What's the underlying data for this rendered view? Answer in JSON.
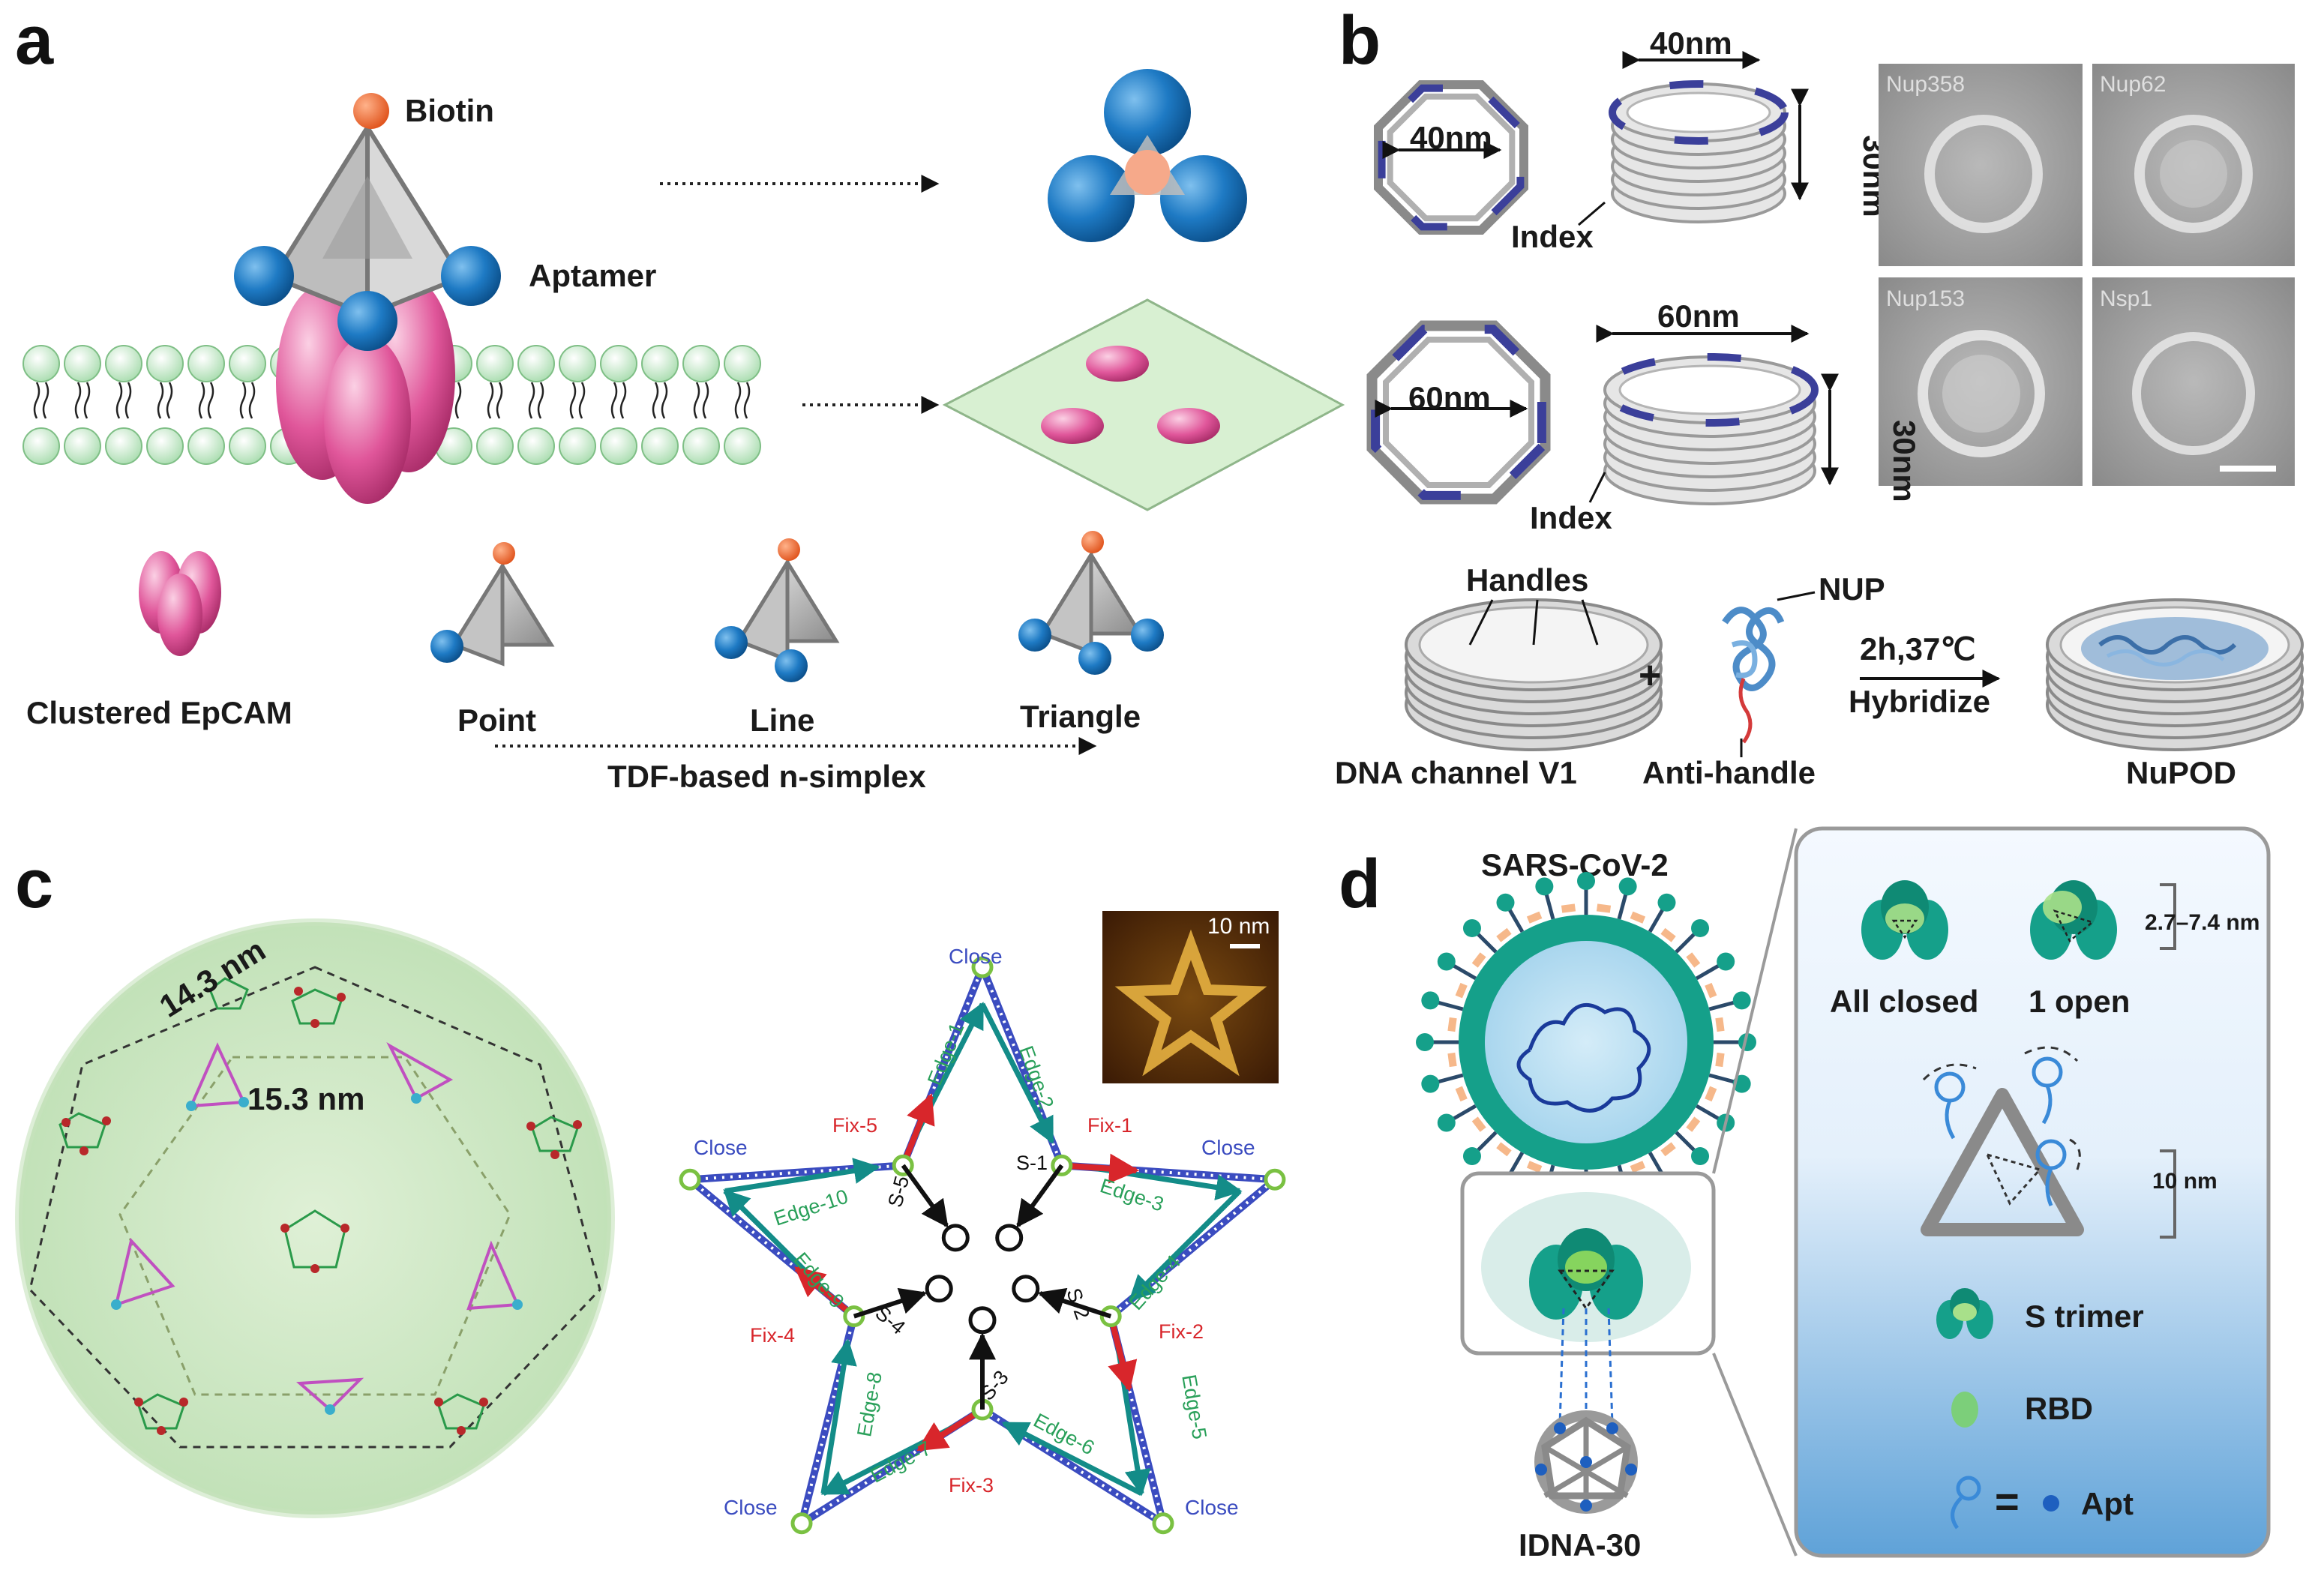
{
  "panels": {
    "a": {
      "label": "a",
      "biotin": "Biotin",
      "aptamer": "Aptamer",
      "clustered": "Clustered EpCAM",
      "point": "Point",
      "line": "Line",
      "triangle": "Triangle",
      "simplex": "TDF-based n-simplex"
    },
    "b": {
      "label": "b",
      "dim40": "40nm",
      "dim60": "60nm",
      "dim30": "30nm",
      "index": "Index",
      "em": [
        "Nup358",
        "Nup62",
        "Nup153",
        "Nsp1"
      ],
      "handles": "Handles",
      "nup": "NUP",
      "condition": "2h,37℃",
      "hybridize": "Hybridize",
      "plus": "+",
      "channel": "DNA channel V1",
      "antihandle": "Anti-handle",
      "nupod": "NuPOD"
    },
    "c": {
      "label": "c",
      "d1": "14.3 nm",
      "d2": "15.3 nm",
      "scale": "10 nm",
      "close": "Close",
      "edges": [
        "Edge-1",
        "Edge-2",
        "Edge-3",
        "Edge-4",
        "Edge-5",
        "Edge-6",
        "Edge-7",
        "Edge-8",
        "Edge-9",
        "Edge-10"
      ],
      "fixes": [
        "Fix-1",
        "Fix-2",
        "Fix-3",
        "Fix-4",
        "Fix-5"
      ],
      "s": [
        "S-1",
        "S-2",
        "S-3",
        "S-4",
        "S-5"
      ]
    },
    "d": {
      "label": "d",
      "virus": "SARS-CoV-2",
      "idna": "IDNA-30",
      "range": "2.7–7.4 nm",
      "allclosed": "All closed",
      "oneopen": "1 open",
      "tennm": "10 nm",
      "strimer": "S trimer",
      "rbd": "RBD",
      "eq": "=",
      "apt": "Apt"
    }
  },
  "colors": {
    "pink": "#e0569a",
    "blue": "#1e7ac4",
    "green": "#14a88c",
    "red": "#d8262b",
    "edgeblue": "#3b4cc0"
  }
}
